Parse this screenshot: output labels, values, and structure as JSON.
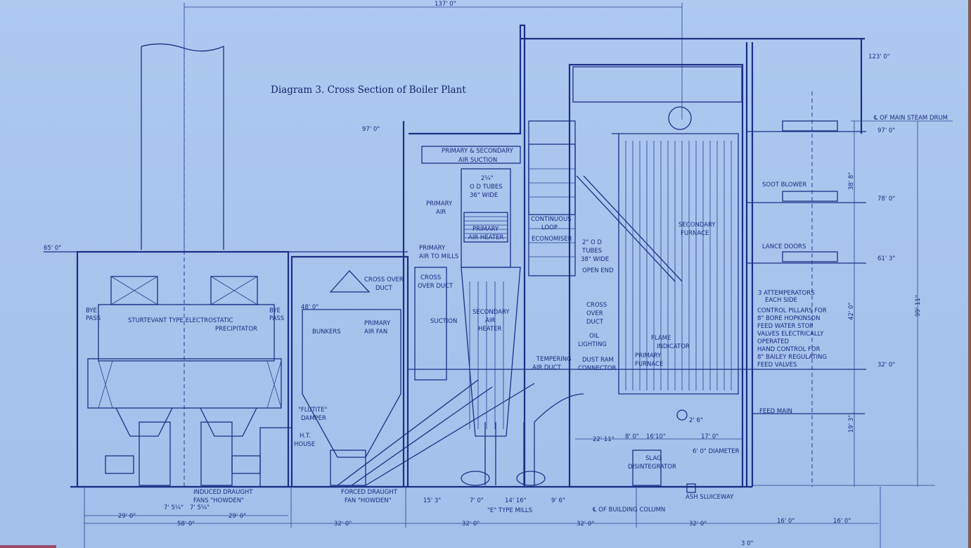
{
  "title": "Diagram 3.  Cross Section of Boiler Plant",
  "elevations": {
    "top_overall": "137' 0\"",
    "roof": "123' 0\"",
    "bunker_roof": "97' 0\"",
    "precip_roof": "65' 0\"",
    "bunker_level": "48' 0\"",
    "steam_drum": "℄ OF MAIN STEAM DRUM",
    "right_97": "97' 0\"",
    "right_78": "78' 0\"",
    "right_61": "61' 3\"",
    "right_32": "32' 0\""
  },
  "vertical_dims": {
    "d1": "38' 8\"",
    "d2": "42' 0\"",
    "d3": "19' 3\"",
    "total": "99' 11\""
  },
  "labels": {
    "prim_sec_air_1": "PRIMARY & SECONDARY",
    "prim_sec_air_2": "AIR SUCTION",
    "tubes_a1": "2¼\"",
    "tubes_a2": "O D TUBES",
    "tubes_a3": "36\" WIDE",
    "primary_air_1": "PRIMARY",
    "primary_air_2": "AIR",
    "pah_1": "PRIMARY",
    "pah_2": "AIR HEATER",
    "pam_1": "PRIMARY",
    "pam_2": "AIR TO MILLS",
    "loop_1": "CONTINUOUS",
    "loop_2": "LOOP",
    "economiser": "ECONOMISER",
    "tubes_b1": "2\" O D",
    "tubes_b2": "TUBES",
    "tubes_b3": "38\" WIDE",
    "open_end": "OPEN END",
    "cod1_1": "CROSS OVER",
    "cod1_2": "DUCT",
    "cod2_1": "CROSS",
    "cod2_2": "OVER DUCT",
    "sah_1": "SECONDARY",
    "sah_2": "AIR",
    "sah_3": "HEATER",
    "cod3_1": "CROSS",
    "cod3_2": "OVER",
    "cod3_3": "DUCT",
    "suction": "SUCTION",
    "paf_1": "PRIMARY",
    "paf_2": "AIR FAN",
    "bye_1": "BYE",
    "bye_2": "PASS",
    "precip_1": "STURTEVANT TYPE ELECTROSTATIC",
    "precip_2": "PRECIPITATOR",
    "bunkers": "BUNKERS",
    "oil_1": "OIL",
    "oil_2": "LIGHTING",
    "flame_1": "FLAME",
    "flame_2": "INDICATOR",
    "pf_1": "PRIMARY",
    "pf_2": "FURNACE",
    "dust_1": "DUST RAM",
    "dust_2": "CONNECTOR",
    "temp_1": "TEMPERING",
    "temp_2": "AIR DUCT",
    "sf_1": "SECONDARY",
    "sf_2": "FURNACE",
    "soot_blower": "SOOT BLOWER",
    "lance_doors": "LANCE DOORS",
    "att_1": "3 ATTEMPERATORS",
    "att_2": "EACH SIDE",
    "cp_1": "CONTROL PILLARS FOR",
    "cp_2": "8\" BORE HOPKINSON",
    "cp_3": "FEED WATER STOP",
    "cp_4": "VALVES ELECTRICALLY",
    "cp_5": "OPERATED",
    "hc_1": "HAND CONTROL FOR",
    "hc_2": "8\" BAILEY REGULATING",
    "hc_3": "FEED VALVES",
    "feed_main": "FEED MAIN",
    "flutite_1": "\"FLUTITE\"",
    "flutite_2": "DAMPER",
    "ht_1": "H.T.",
    "ht_2": "HOUSE",
    "idf_1": "INDUCED DRAUGHT",
    "idf_2": "FANS \"HOWDEN\"",
    "fdf_1": "FORCED DRAUGHT",
    "fdf_2": "FAN \"HOWDEN\"",
    "mills": "\"E\" TYPE MILLS",
    "column": "℄ OF BUILDING COLUMN",
    "slag_1": "SLAG",
    "slag_2": "DISINTEGRATOR",
    "diameter": "6' 0\" DIAMETER",
    "ash": "ASH SLUICEWAY"
  },
  "dims": {
    "h_22_11": "22' 11\"",
    "h_8_0": "8' 0\"",
    "h_16_10": "16'10\"",
    "h_17_0": "17' 0\"",
    "h_2_6": "2' 6\"",
    "b_29a": "29' 0\"",
    "b_29b": "29' 0\"",
    "b_58": "58' 0\"",
    "b_7a": "7' 5¼\"",
    "b_7b": "7' 5¼\"",
    "b_32a": "32' 0\"",
    "b_32b": "32' 0\"",
    "b_32c": "32' 0\"",
    "b_32d": "32' 0\"",
    "b_16a": "16' 0\"",
    "b_16b": "16' 0\"",
    "b_3": "3  0\"",
    "b_15_3": "15' 3\"",
    "b_7_0": "7' 0\"",
    "b_14_16": "14' 16\"",
    "b_9_6": "9' 6\""
  },
  "colors": {
    "paper": "#a9c6ee",
    "ink": "#1c2f86"
  }
}
